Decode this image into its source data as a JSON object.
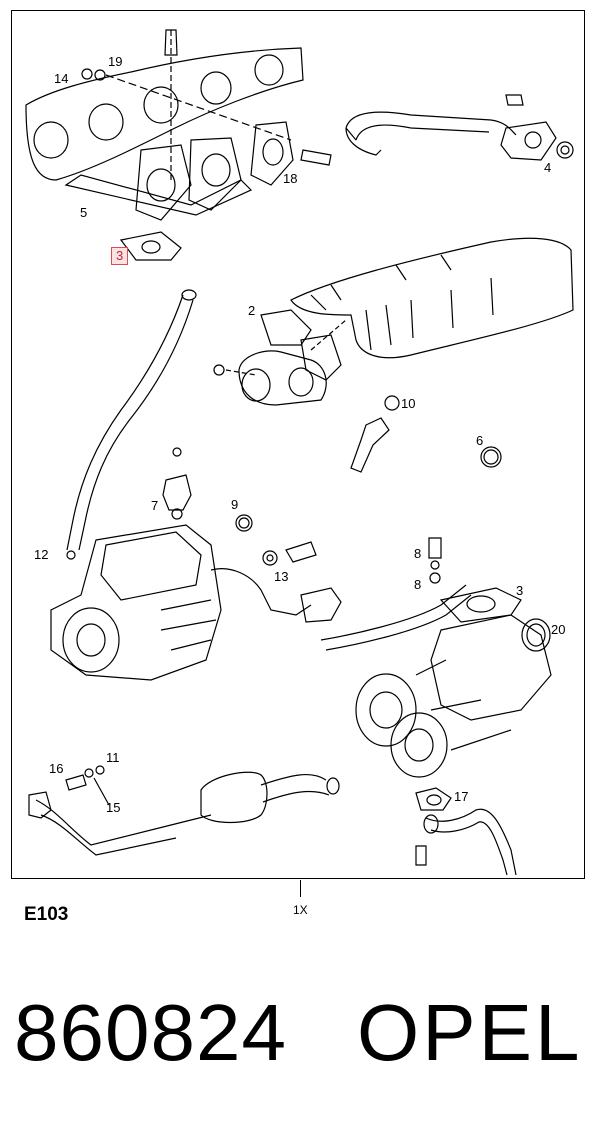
{
  "diagram": {
    "callouts": [
      {
        "id": "c14",
        "text": "14"
      },
      {
        "id": "c19",
        "text": "19"
      },
      {
        "id": "c18",
        "text": "18"
      },
      {
        "id": "c4",
        "text": "4"
      },
      {
        "id": "c5",
        "text": "5"
      },
      {
        "id": "c3a",
        "text": "3",
        "highlighted": true
      },
      {
        "id": "c2",
        "text": "2"
      },
      {
        "id": "c10",
        "text": "10"
      },
      {
        "id": "c6",
        "text": "6"
      },
      {
        "id": "c7",
        "text": "7"
      },
      {
        "id": "c9",
        "text": "9"
      },
      {
        "id": "c12",
        "text": "12"
      },
      {
        "id": "c8a",
        "text": "8"
      },
      {
        "id": "c8b",
        "text": "8"
      },
      {
        "id": "c3b",
        "text": "3"
      },
      {
        "id": "c13",
        "text": "13"
      },
      {
        "id": "c20",
        "text": "20"
      },
      {
        "id": "c16",
        "text": "16"
      },
      {
        "id": "c11",
        "text": "11"
      },
      {
        "id": "c15",
        "text": "15"
      },
      {
        "id": "c17",
        "text": "17"
      }
    ],
    "highlight_color": "#d24f55"
  },
  "footer": {
    "figure_code": "E103",
    "quantity": "1X",
    "part_number": "860824",
    "brand": "OPEL"
  }
}
